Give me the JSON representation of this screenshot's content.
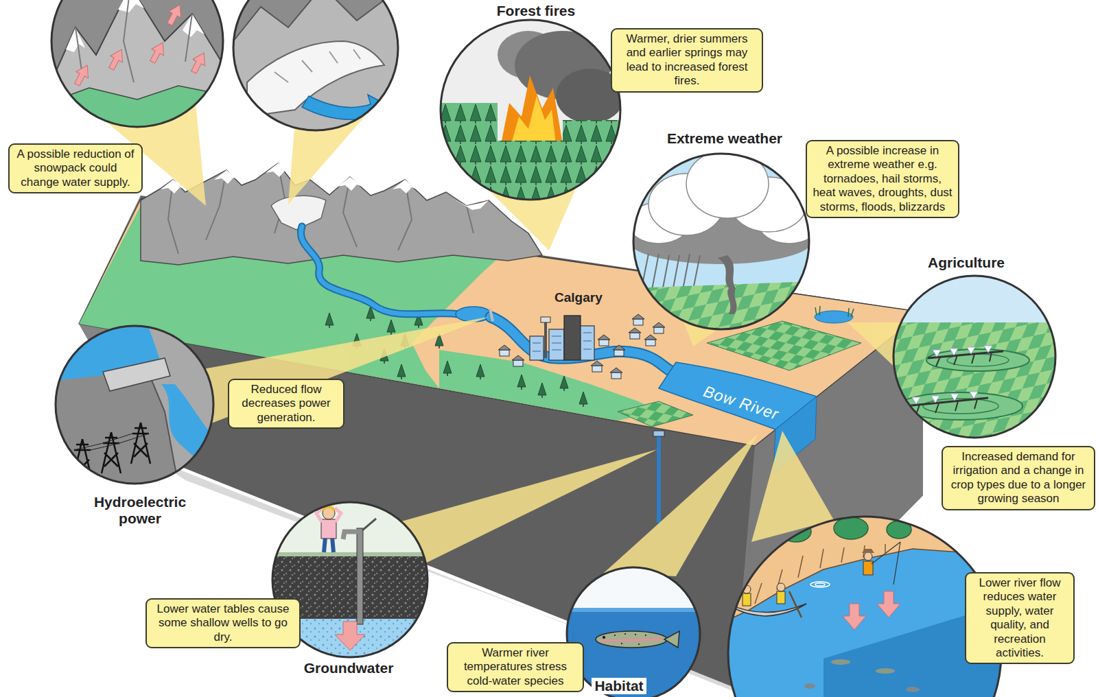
{
  "diagram": {
    "nodes": [
      {
        "text": [
          "A possible reduction of snowpack could change water supply."
        ]
      },
      {
        "text": [
          "Warmer, drier summers and earlier springs may lead to increased forest fires."
        ]
      },
      {
        "text": [
          "A possible increase in extreme weather e.g. tornadoes, hail storms, heat waves, droughts, dust storms, floods, blizzards"
        ]
      },
      {
        "text": [
          "Reduced flow decreases power generation."
        ]
      },
      {
        "text": [
          "Increased demand for irrigation and a change in crop types due to a longer growing season"
        ]
      },
      {
        "text": [
          "Lower water tables cause some shallow wells to go dry."
        ]
      },
      {
        "text": [
          "Warmer river temperatures stress cold-water species"
        ]
      },
      {
        "text": [
          "Lower river flow reduces water supply, water quality, and recreation activities."
        ]
      }
    ],
    "labels": [
      "Forest fires",
      "Extreme weather",
      "Agriculture",
      "Calgary",
      "Hydroelectric power",
      "Bow River",
      "Groundwater",
      "Habitat"
    ]
  }
}
